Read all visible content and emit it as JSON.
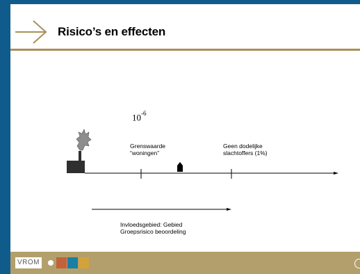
{
  "slide": {
    "title": "Risico’s en effecten"
  },
  "diagram": {
    "risk_base": "10",
    "risk_exponent": "-6",
    "label_grenswaarde": "Grenswaarde “woningen”",
    "label_grenswaarde_line1": "Grenswaarde",
    "label_grenswaarde_line2": "“woningen”",
    "label_geen_line1": "Geen dodelijke",
    "label_geen_line2": "slachtoffers (1%)",
    "label_invloed_line1": "Invloedsgebied: Gebied",
    "label_invloed_line2": "Groepsrisico beoordeling"
  },
  "footer": {
    "logo_text": "VROM",
    "colors": [
      "#c0623a",
      "#1a7fa5",
      "#d4a23a"
    ],
    "accent": "#b39f6b",
    "frame": "#0f5c8c"
  }
}
